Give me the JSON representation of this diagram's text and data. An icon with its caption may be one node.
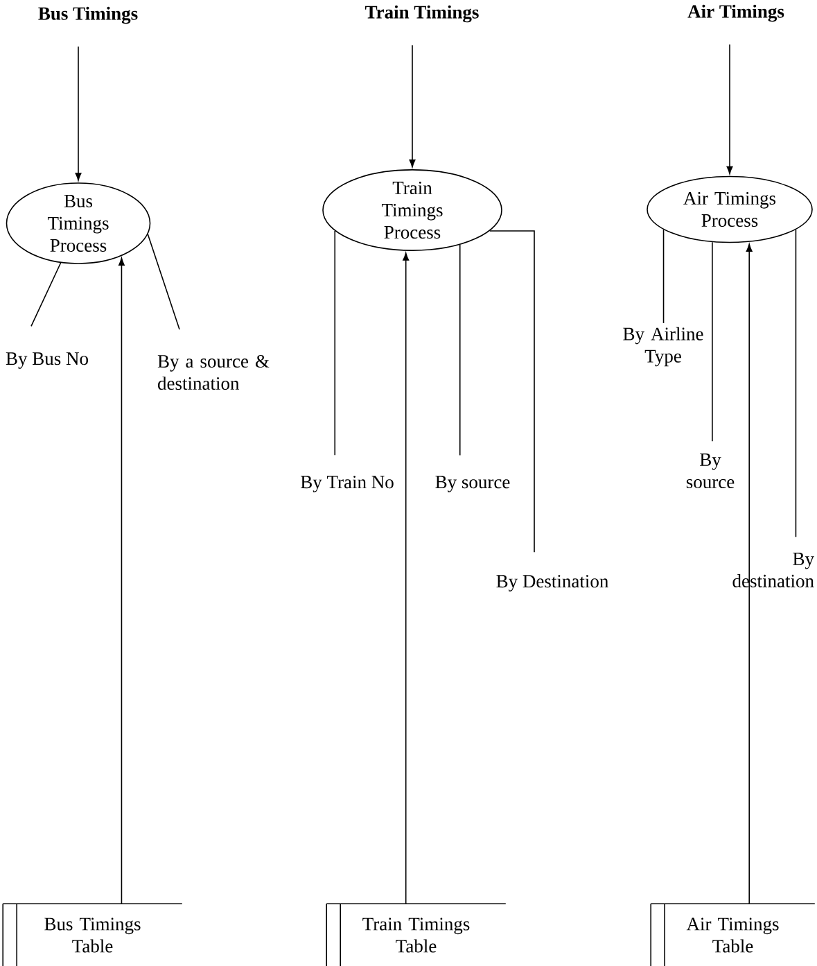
{
  "diagram": {
    "nodes": [
      {
        "text": [
          "Bus Timings"
        ]
      },
      {
        "text": [
          "Train Timings"
        ]
      },
      {
        "text": [
          "Air Timings"
        ]
      },
      {
        "text": [
          "Bus Timings Process"
        ]
      },
      {
        "text": [
          "Train Timings Process"
        ]
      },
      {
        "text": [
          "Air Timings Process"
        ]
      },
      {
        "text": [
          "By Bus No"
        ]
      },
      {
        "text": [
          "By a source & destination"
        ]
      },
      {
        "text": [
          "By Train No"
        ]
      },
      {
        "text": [
          "By source"
        ]
      },
      {
        "text": [
          "By Destination"
        ]
      },
      {
        "text": [
          "By Airline Type"
        ]
      },
      {
        "text": [
          "By source"
        ]
      },
      {
        "text": [
          "By destination"
        ]
      },
      {
        "text": [
          "Bus Timings Table"
        ]
      },
      {
        "text": [
          "Train Timings Table"
        ]
      },
      {
        "text": [
          "Air Timings Table"
        ]
      }
    ],
    "edges": [
      {
        "from": 0,
        "to": 3,
        "arrow": "to"
      },
      {
        "from": 1,
        "to": 4,
        "arrow": "to"
      },
      {
        "from": 2,
        "to": 5,
        "arrow": "to"
      },
      {
        "from": 3,
        "to": 6,
        "arrow": "none"
      },
      {
        "from": 3,
        "to": 7,
        "arrow": "none"
      },
      {
        "from": 4,
        "to": 8,
        "arrow": "none"
      },
      {
        "from": 4,
        "to": 9,
        "arrow": "none"
      },
      {
        "from": 4,
        "to": 10,
        "arrow": "none"
      },
      {
        "from": 5,
        "to": 11,
        "arrow": "none"
      },
      {
        "from": 5,
        "to": 12,
        "arrow": "none"
      },
      {
        "from": 5,
        "to": 13,
        "arrow": "none"
      },
      {
        "from": 14,
        "to": 3,
        "arrow": "to"
      },
      {
        "from": 15,
        "to": 4,
        "arrow": "to"
      },
      {
        "from": 16,
        "to": 5,
        "arrow": "to"
      }
    ]
  }
}
